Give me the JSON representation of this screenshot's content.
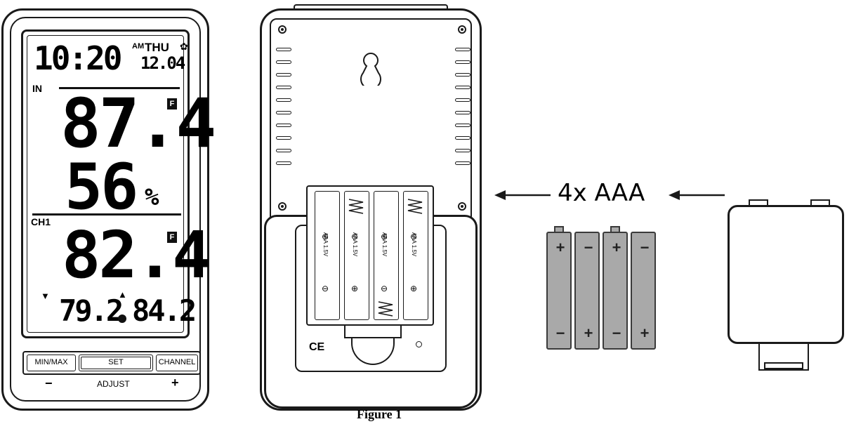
{
  "front_display": {
    "time": "10:20",
    "am_pm": "AM",
    "weekday": "THU",
    "date": "12.04",
    "in_label": "IN",
    "in_temp": "87.4",
    "in_unit": "F",
    "in_humidity": "56",
    "humidity_unit": "%",
    "ch_label": "CH1",
    "ch_temp": "82.4",
    "ch_unit": "F",
    "min_value": "79.2",
    "max_value": "84.2"
  },
  "buttons": {
    "minmax": "MIN/MAX",
    "set": "SET",
    "channel": "CHANNEL"
  },
  "button_labels": {
    "minus": "−",
    "adjust": "ADJUST",
    "plus": "+"
  },
  "battery_label": "4x AAA",
  "battery_compartment": {
    "cell_text": "AAA 1.5V",
    "ce_mark": "CE"
  },
  "batteries": [
    {
      "top": "+",
      "bottom": "−"
    },
    {
      "top": "−",
      "bottom": "+"
    },
    {
      "top": "+",
      "bottom": "−"
    },
    {
      "top": "−",
      "bottom": "+"
    }
  ],
  "caption": "Figure 1",
  "colors": {
    "line": "#1a1a1a",
    "battery_fill": "#a9a9a9"
  }
}
